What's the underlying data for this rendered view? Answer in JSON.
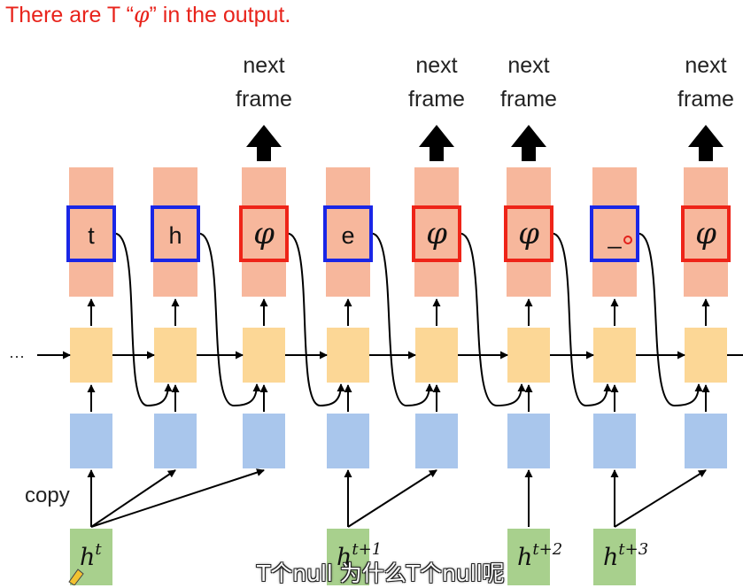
{
  "title": {
    "prefix": "There are T “",
    "symbol": "φ",
    "suffix": "” in the output."
  },
  "next_frame": [
    "next",
    "frame"
  ],
  "outputs": [
    {
      "symbol": "t",
      "kind": "char",
      "next_frame": false
    },
    {
      "symbol": "h",
      "kind": "char",
      "next_frame": false
    },
    {
      "symbol": "φ",
      "kind": "null",
      "next_frame": true
    },
    {
      "symbol": "e",
      "kind": "char",
      "next_frame": false
    },
    {
      "symbol": "φ",
      "kind": "null",
      "next_frame": true
    },
    {
      "symbol": "φ",
      "kind": "null",
      "next_frame": true
    },
    {
      "symbol": "_",
      "kind": "char",
      "next_frame": false
    },
    {
      "symbol": "φ",
      "kind": "null",
      "next_frame": true
    }
  ],
  "input_label": "copy",
  "ellipsis": "···",
  "encoder_states": [
    {
      "base": "h",
      "sup": "t"
    },
    {
      "base": "h",
      "sup": "t+1"
    },
    {
      "base": "h",
      "sup": "t+2"
    },
    {
      "base": "h",
      "sup": "t+3"
    }
  ],
  "subtitle": "T个null 为什么T个null呢",
  "colors": {
    "output_cell": "#f7b79c",
    "hidden_cell": "#fcd796",
    "input_cell": "#a9c6ec",
    "encoder_cell": "#a8d08d",
    "char_box": "#1a26e6",
    "null_box": "#ee2418",
    "title": "#e8231b"
  }
}
